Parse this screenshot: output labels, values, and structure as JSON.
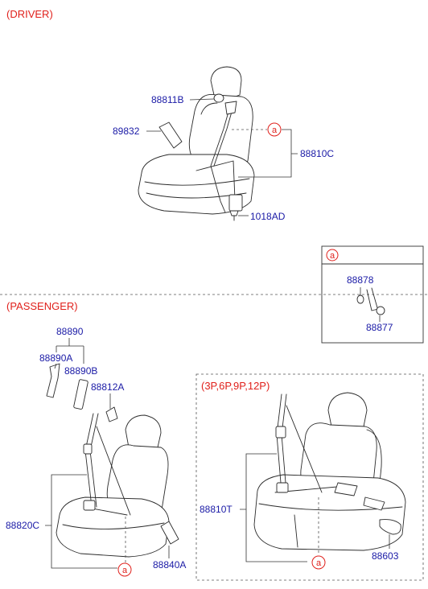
{
  "sections": {
    "driver": "(DRIVER)",
    "passenger": "(PASSENGER)",
    "variant": "(3P,6P,9P,12P)",
    "detail_ref": "a"
  },
  "parts": {
    "p88811B": "88811B",
    "p89832": "89832",
    "p88810C": "88810C",
    "p1018AD": "1018AD",
    "p88878": "88878",
    "p88877": "88877",
    "p88890": "88890",
    "p88890A": "88890A",
    "p88890B": "88890B",
    "p88812A": "88812A",
    "p88820C": "88820C",
    "p88840A": "88840A",
    "p88810T": "88810T",
    "p88603": "88603"
  },
  "callouts": {
    "driver_a": "a",
    "passenger_a": "a",
    "variant_a": "a"
  },
  "colors": {
    "section_title": "#e0201b",
    "part_label": "#1a1aa6",
    "callout": "#e0201b",
    "line_art": "#2a2a2a"
  }
}
